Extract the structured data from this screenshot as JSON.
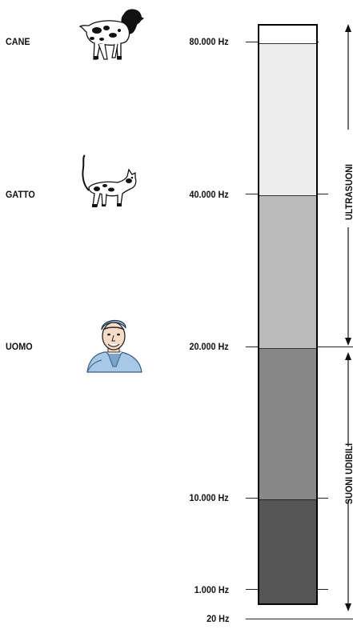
{
  "animals": [
    {
      "label": "CANE",
      "icon": "dog-icon"
    },
    {
      "label": "GATTO",
      "icon": "cat-icon"
    },
    {
      "label": "UOMO",
      "icon": "man-icon"
    }
  ],
  "frequencies": [
    "80.000 Hz",
    "40.000 Hz",
    "20.000 Hz",
    "10.000 Hz",
    "1.000 Hz",
    "20 Hz"
  ],
  "bands": {
    "ultrasound": "ULTRASUONI",
    "audible": "SUONI UDIBILI"
  },
  "colors": {
    "band_80k": "#ededed",
    "band_40k": "#bababa",
    "band_20k": "#878787",
    "band_10k": "#555555",
    "band_20": "#232323"
  }
}
